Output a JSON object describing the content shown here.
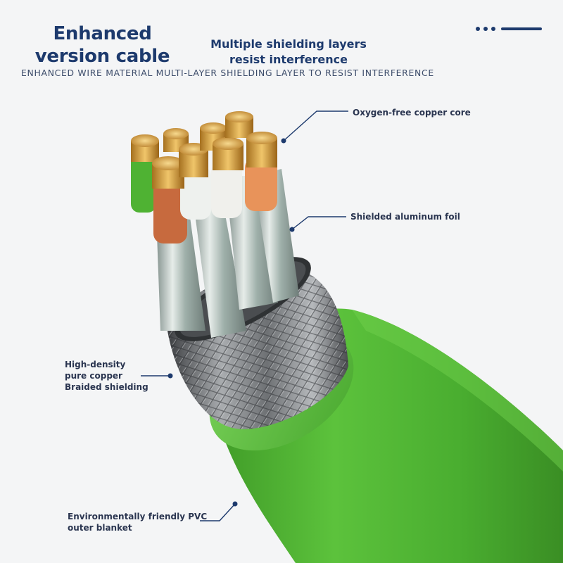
{
  "heading": {
    "title_line1": "Enhanced",
    "title_line2": "version cable",
    "subtitle_line1": "Multiple shielding layers",
    "subtitle_line2": "resist interference",
    "tagline": "ENHANCED WIRE MATERIAL  MULTI-LAYER SHIELDING LAYER TO RESIST INTERFERENCE"
  },
  "callouts": {
    "copper_core": "Oxygen-free copper core",
    "aluminum_foil": "Shielded aluminum foil",
    "braid_line1": "High-density",
    "braid_line2": "pure copper",
    "braid_line3": "Braided shielding",
    "jacket_line1": "Environmentally friendly PVC",
    "jacket_line2": "outer blanket"
  },
  "colors": {
    "accent": "#1d3a6d",
    "jacket_green": "#4fb233",
    "copper": "#d9a44a",
    "braid": "#8c8f92",
    "background": "#f4f5f6"
  }
}
